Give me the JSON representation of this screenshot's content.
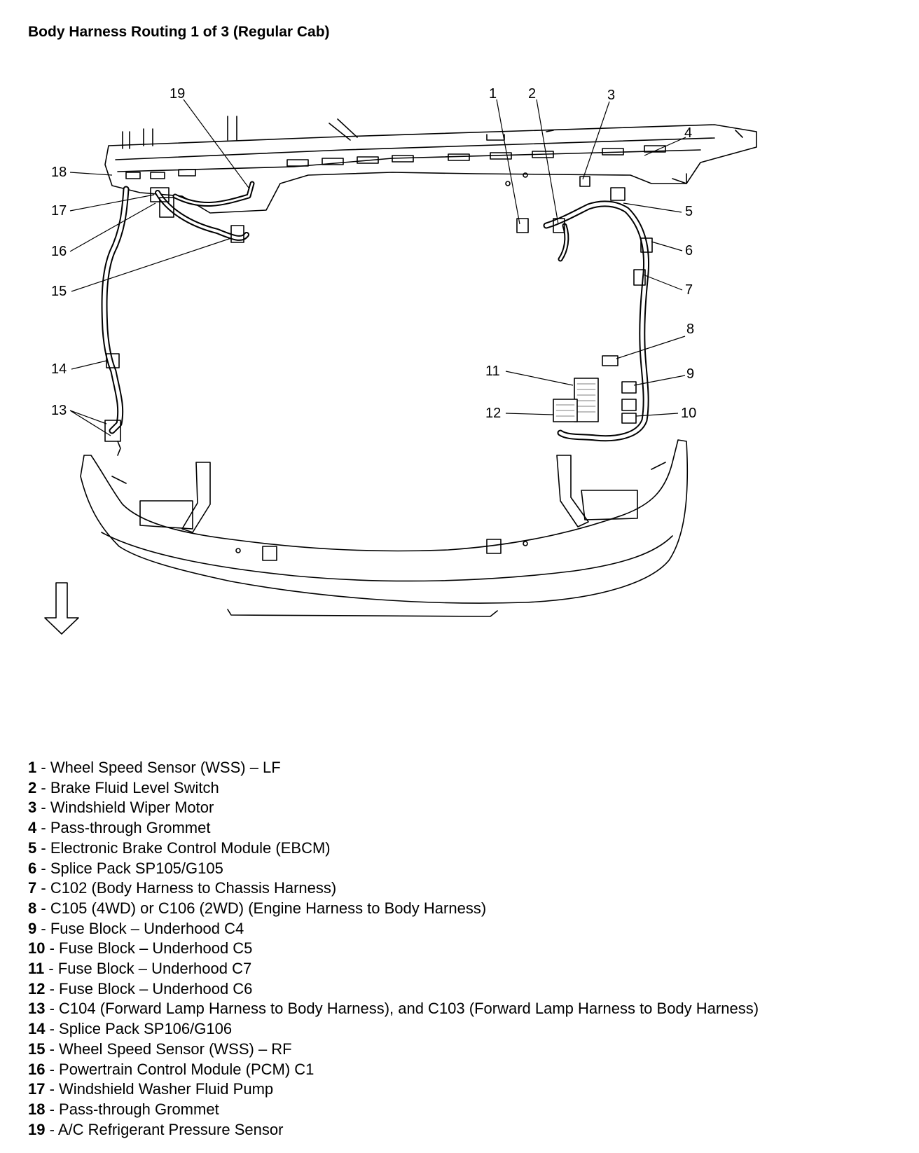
{
  "title": "Body Harness Routing 1 of 3 (Regular Cab)",
  "callout_numbers": [
    "1",
    "2",
    "3",
    "4",
    "5",
    "6",
    "7",
    "8",
    "9",
    "10",
    "11",
    "12",
    "13",
    "14",
    "15",
    "16",
    "17",
    "18",
    "19"
  ],
  "legend": [
    {
      "num": "1",
      "text": "Wheel Speed Sensor (WSS) – LF"
    },
    {
      "num": "2",
      "text": "Brake Fluid Level Switch"
    },
    {
      "num": "3",
      "text": "Windshield Wiper Motor"
    },
    {
      "num": "4",
      "text": "Pass-through Grommet"
    },
    {
      "num": "5",
      "text": "Electronic Brake Control Module (EBCM)"
    },
    {
      "num": "6",
      "text": "Splice Pack SP105/G105"
    },
    {
      "num": "7",
      "text": "C102 (Body Harness to Chassis Harness)"
    },
    {
      "num": "8",
      "text": "C105 (4WD) or C106 (2WD) (Engine Harness to Body Harness)"
    },
    {
      "num": "9",
      "text": "Fuse Block – Underhood C4"
    },
    {
      "num": "10",
      "text": "Fuse Block – Underhood C5"
    },
    {
      "num": "11",
      "text": "Fuse Block – Underhood C7"
    },
    {
      "num": "12",
      "text": "Fuse Block – Underhood C6"
    },
    {
      "num": "13",
      "text": "C104 (Forward Lamp Harness to Body Harness), and C103 (Forward Lamp Harness to Body Harness)"
    },
    {
      "num": "14",
      "text": "Splice Pack SP106/G106"
    },
    {
      "num": "15",
      "text": "Wheel Speed Sensor (WSS) – RF"
    },
    {
      "num": "16",
      "text": "Powertrain Control Module (PCM) C1"
    },
    {
      "num": "17",
      "text": "Windshield Washer Fluid Pump"
    },
    {
      "num": "18",
      "text": "Pass-through Grommet"
    },
    {
      "num": "19",
      "text": "A/C Refrigerant Pressure Sensor"
    }
  ]
}
